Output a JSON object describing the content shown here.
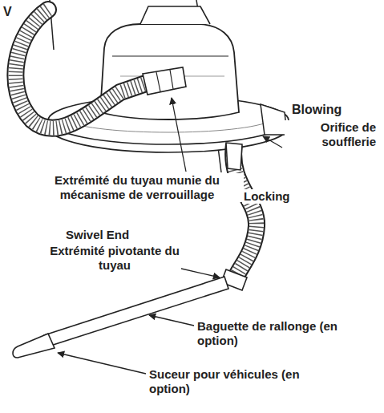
{
  "diagram": {
    "labels": [
      "V",
      "Blowing",
      "Orifice de soufflerie",
      "Extrémité du tuyau munie du mécanisme de verrouillage",
      "Locking",
      "Extrémité pivotante du tuyau",
      "Swivel End",
      "Baguette de rallonge (en option)",
      "Suceur pour véhicules (en option)"
    ]
  }
}
